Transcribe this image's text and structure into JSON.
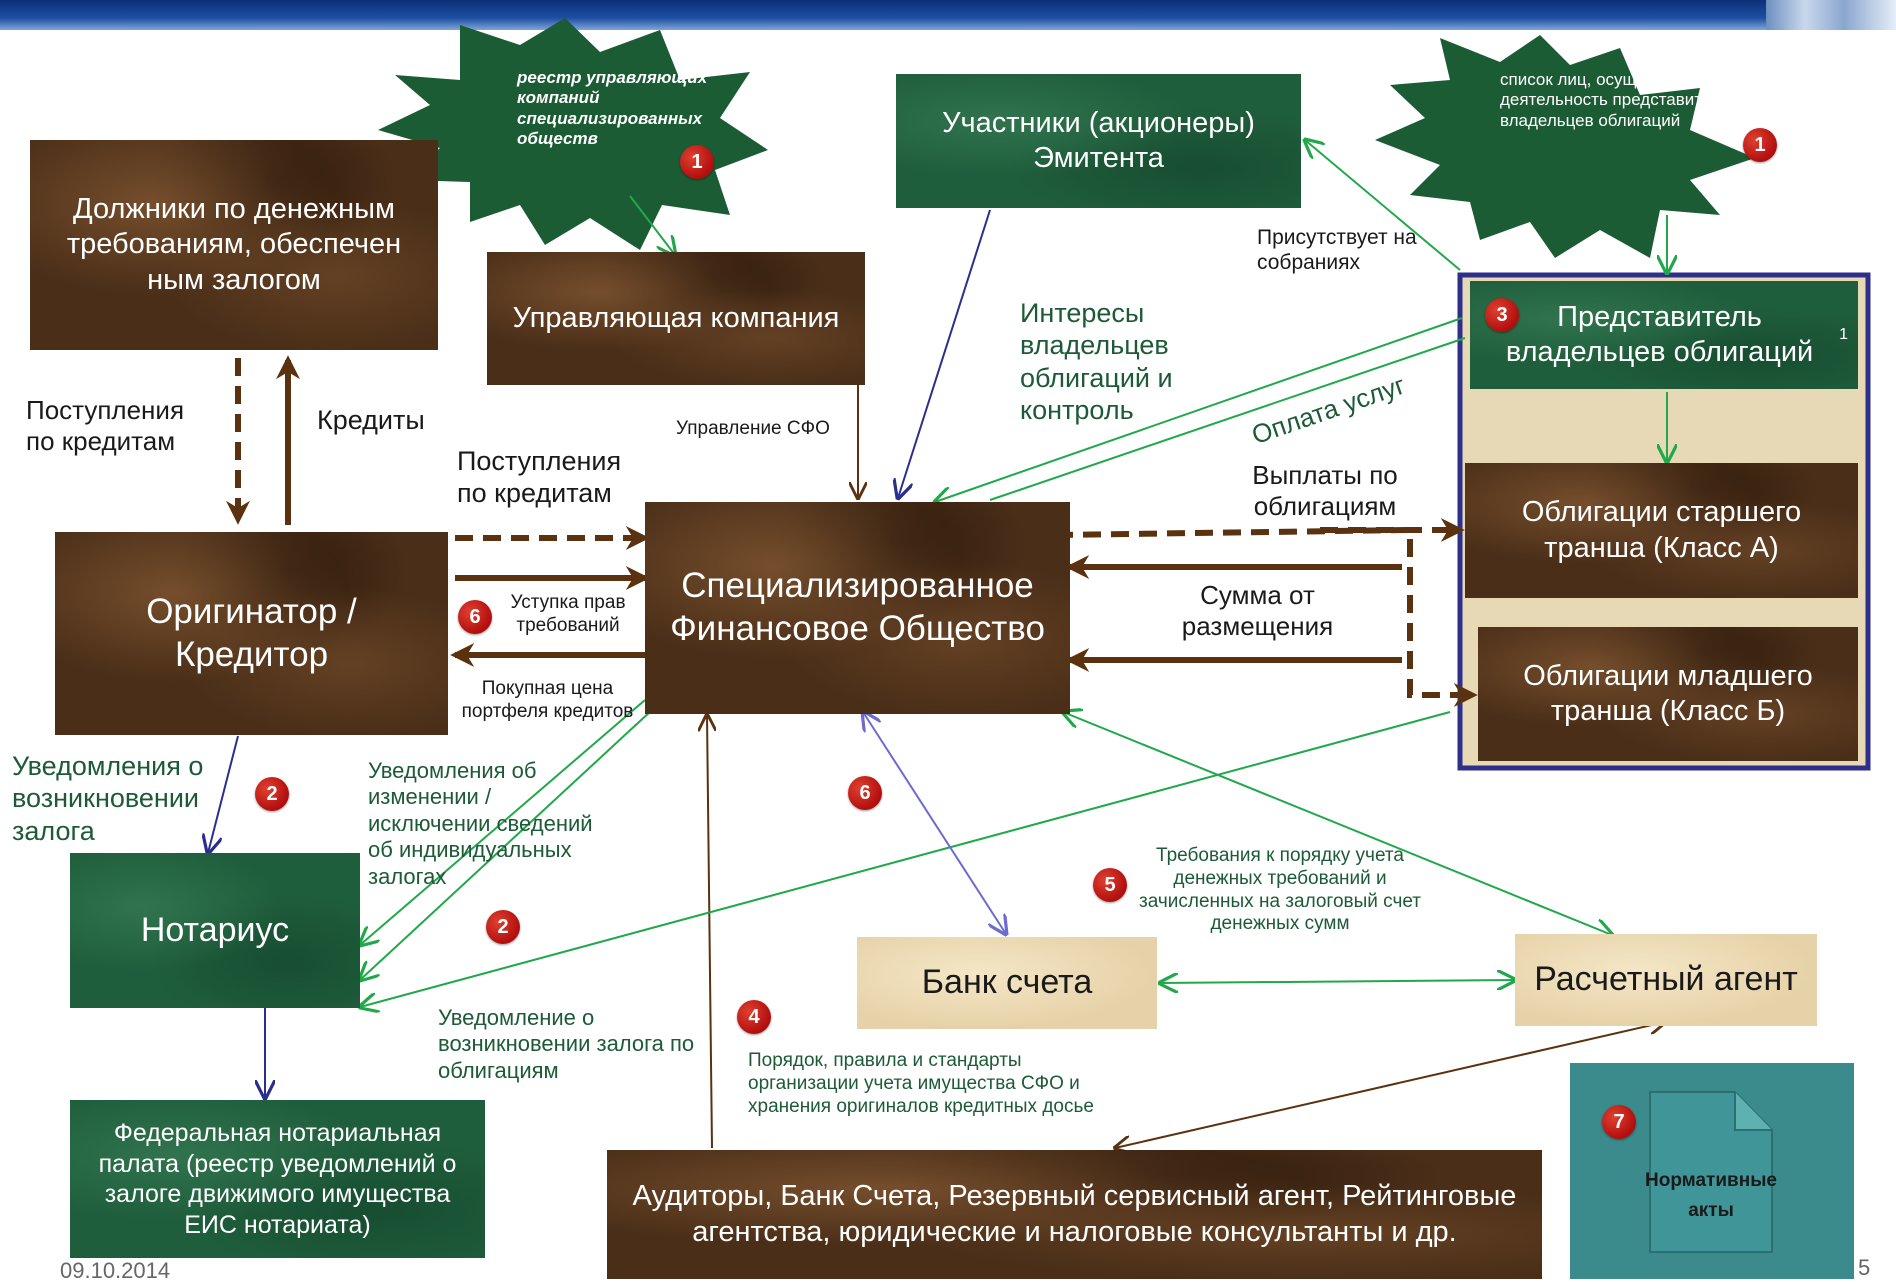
{
  "boxes": {
    "debtors": "Должники по денежным требованиям, обеспечен ным залогом",
    "management_company": "Управляющая компания",
    "participants": "Участники (акционеры) Эмитента",
    "representative": "Представитель владельцев облигаций",
    "representative_superscript": "1",
    "senior_bonds": "Облигации старшего транша (Класс А)",
    "junior_bonds": "Облигации младшего транша (Класс Б)",
    "originator": "Оригинатор / Кредитор",
    "sfo": "Специализированное Финансовое Общество",
    "notary": "Нотариус",
    "notary_chamber": "Федеральная нотариальная палата (реестр уведомлений о залоге движимого имущества ЕИС нотариата)",
    "account_bank": "Банк счета",
    "settlement_agent": "Расчетный агент",
    "auditors": "Аудиторы, Банк Счета, Резервный сервисный агент, Рейтинговые агентства, юридические и налоговые консультанты и др.",
    "regulations": "Нормативные акты"
  },
  "stars": {
    "registry_mc": "реестр управляющих компаний специализированных обществ",
    "list_representatives": "список лиц, осуществляющих деятельность представителей владельцев облигаций"
  },
  "labels": {
    "loan_receipts_left": "Поступления по кредитам",
    "credits": "Кредиты",
    "loan_receipts_center": "Поступления по кредитам",
    "assignment": "Уступка прав требований",
    "purchase_price": "Покупная цена портфеля кредитов",
    "sfo_management": "Управление СФО",
    "interests": "Интересы владельцев облигаций и контроль",
    "attends_meetings": "Присутствует на собраниях",
    "payment_services": "Оплата услуг",
    "bond_payments": "Выплаты по облигациям",
    "placement_amount": "Сумма от размещения",
    "pledge_notice": "Уведомления о возникновении залога",
    "change_notice": "Уведомления об изменении / исключении сведений об индивидуальных залогах",
    "bond_pledge_notice": "Уведомление о возникновении залога по облигациям",
    "accounting_requirements": "Требования к порядку учета денежных требований и зачисленных на залоговый счет денежных сумм",
    "accounting_rules": "Порядок, правила и стандарты организации учета имущества СФО и хранения оригиналов кредитных досье"
  },
  "badges": {
    "b1a": "1",
    "b1b": "1",
    "b2a": "2",
    "b2b": "2",
    "b3": "3",
    "b4": "4",
    "b5": "5",
    "b6a": "6",
    "b6b": "6",
    "b7": "7"
  },
  "footer": {
    "date": "09.10.2014",
    "page": "5"
  },
  "colors": {
    "arrow_brown": "#5a3210",
    "arrow_green": "#21a84a",
    "arrow_blue": "#2a2f8f",
    "arrow_purple": "#6b6bd0",
    "frame_navy": "#2e2f8a",
    "badge_red": "#c0150f",
    "teal_box": "#3b8a8c"
  }
}
